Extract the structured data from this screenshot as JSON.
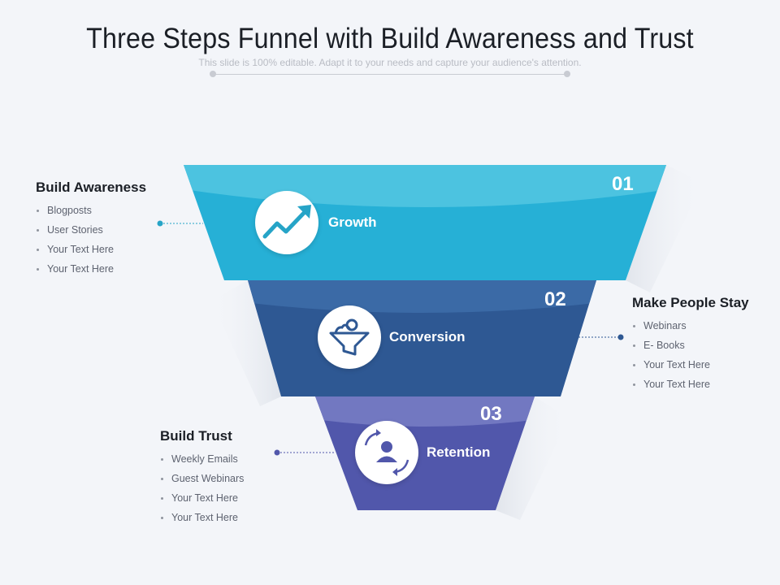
{
  "slide": {
    "title": "Three Steps Funnel with Build Awareness and Trust",
    "subtitle": "This slide is 100% editable. Adapt it to your needs and capture your audience's attention."
  },
  "colors": {
    "stage1": "#26b0d6",
    "stage1_top": "#4cc3e0",
    "stage2": "#2e5893",
    "stage2_top": "#3b6aa6",
    "stage3": "#5157ab",
    "stage3_top": "#7278c1"
  },
  "stages": [
    {
      "number": "01",
      "label": "Growth",
      "icon": "growth-arrow-icon"
    },
    {
      "number": "02",
      "label": "Conversion",
      "icon": "funnel-person-icon"
    },
    {
      "number": "03",
      "label": "Retention",
      "icon": "user-cycle-icon"
    }
  ],
  "blocks": [
    {
      "title": "Build Awareness",
      "items": [
        "Blogposts",
        "User Stories",
        "Your Text Here",
        "Your Text Here"
      ]
    },
    {
      "title": "Make People Stay",
      "items": [
        "Webinars",
        "E- Books",
        "Your Text Here",
        "Your Text Here"
      ]
    },
    {
      "title": "Build Trust",
      "items": [
        "Weekly Emails",
        "Guest Webinars",
        "Your Text Here",
        "Your Text Here"
      ]
    }
  ]
}
